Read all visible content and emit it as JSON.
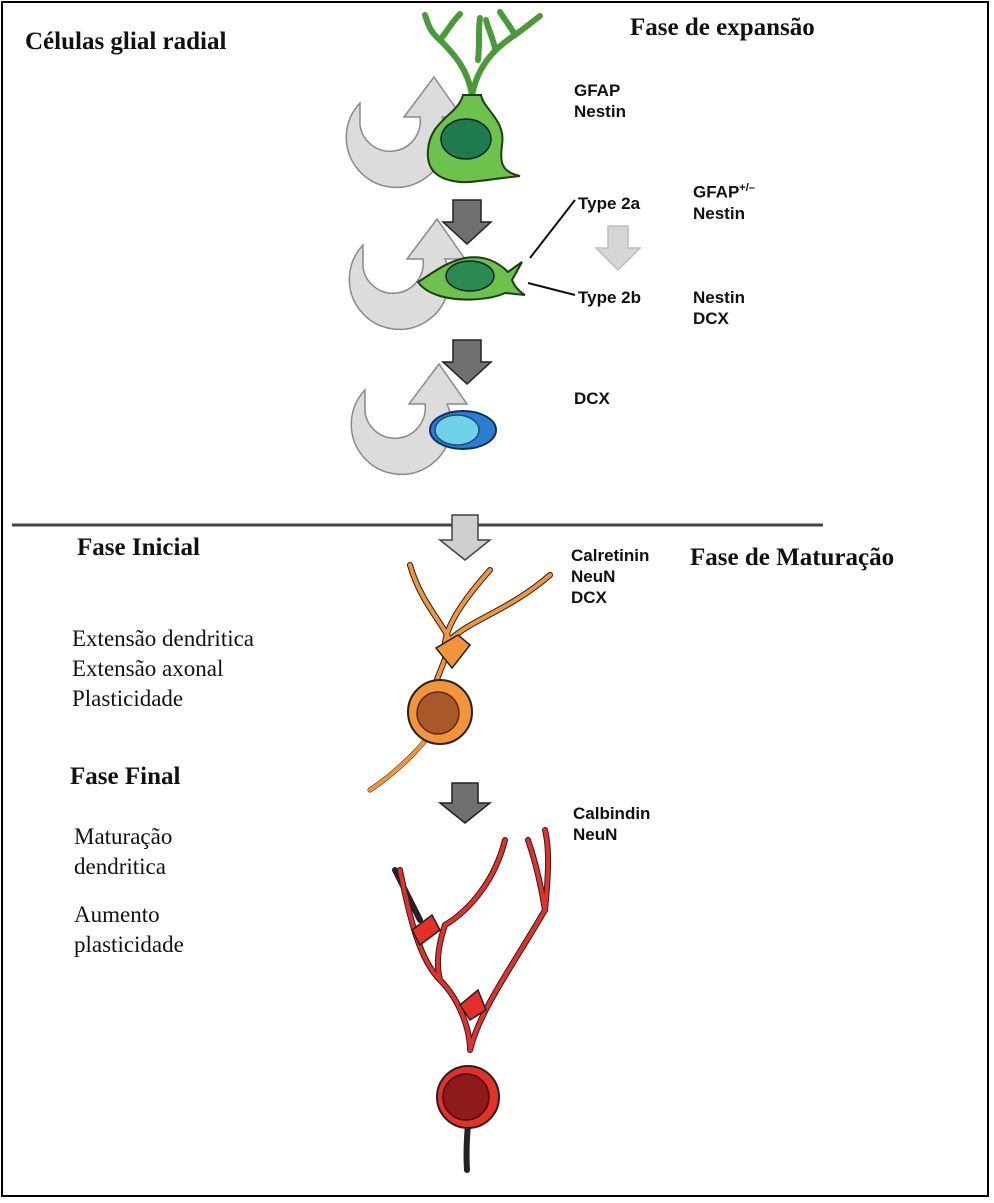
{
  "headers": {
    "radial_glia": "Células glial radial",
    "expansion_phase": "Fase de expansão",
    "initial_phase": "Fase Inicial",
    "maturation_phase": "Fase de Maturação",
    "final_phase": "Fase Final"
  },
  "markers": {
    "radial_glia": [
      "GFAP",
      "Nestin"
    ],
    "type2a_label": "Type 2a",
    "type2a_gfap": "GFAP",
    "type2a_gfap_sup": "+/–",
    "type2a_nestin": "Nestin",
    "type2b_label": "Type 2b",
    "type2b": [
      "Nestin",
      "DCX"
    ],
    "type3": "DCX",
    "immature_neuron": [
      "Calretinin",
      "NeuN",
      "DCX"
    ],
    "mature_neuron": [
      "Calbindin",
      "NeuN"
    ]
  },
  "initial_phase_items": [
    "Extensão dendritica",
    "Extensão axonal",
    "Plasticidade"
  ],
  "final_phase_items": [
    "Maturação",
    "dendritica",
    "Aumento",
    "plasticidade"
  ],
  "colors": {
    "radial_glia": "#5dbb46",
    "radial_nucleus": "#1f7a4f",
    "type3_outer": "#2a7fd4",
    "type3_inner": "#6fd2e6",
    "immature_neuron": "#f4943a",
    "immature_nucleus": "#a9582a",
    "mature_neuron": "#e5302a",
    "mature_nucleus": "#8e1a1a",
    "arrow_dark": "#707070",
    "arrow_light": "#cfcfcf",
    "cycle_arrow": "#d9d9d9"
  }
}
